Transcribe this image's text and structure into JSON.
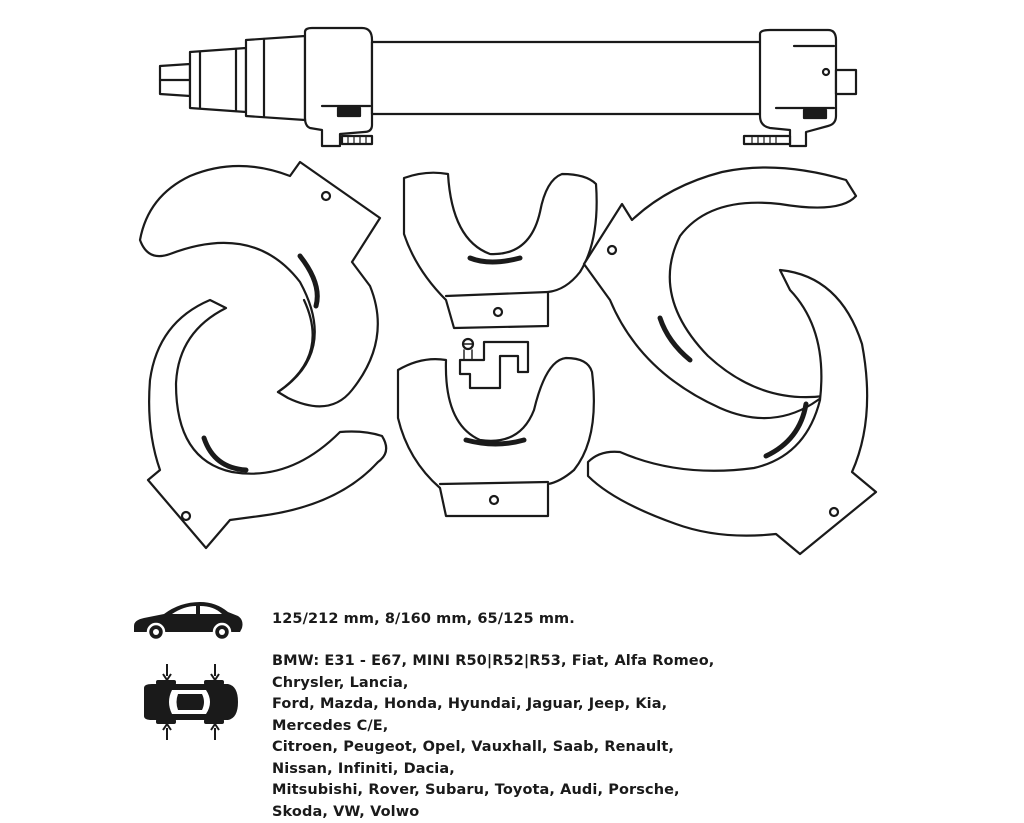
{
  "specs": {
    "dimensions": "125/212 mm, 8/160 mm, 65/125 mm.",
    "models": [
      "BMW: E31 - E67, MINI R50|R52|R53, Fiat, Alfa Romeo, Chrysler, Lancia,",
      "Ford, Mazda, Honda, Hyundai, Jaguar, Jeep, Kia, Mercedes C/E,",
      "Citroen, Peugeot, Opel, Vauxhall, Saab, Renault, Nissan, Infiniti, Dacia,",
      "Mitsubishi, Rover, Subaru, Toyota, Audi, Porsche, Skoda, VW, Volwo"
    ]
  },
  "icons": {
    "side": "car-side-icon",
    "top": "car-top-view-icon"
  },
  "colors": {
    "stroke": "#1a1a1a",
    "fill": "#ffffff",
    "text": "#1a1a1a"
  }
}
